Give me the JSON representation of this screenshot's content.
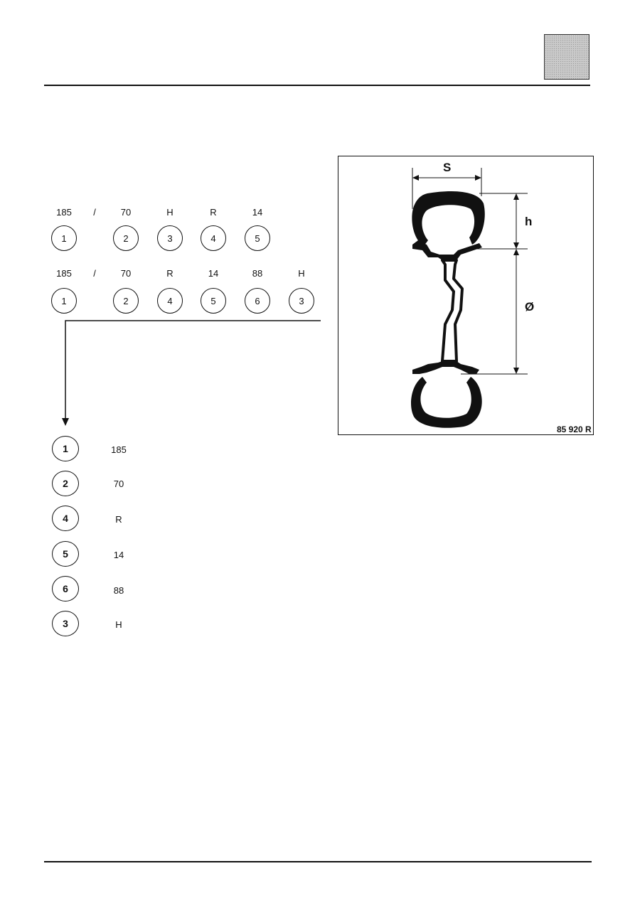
{
  "row1": {
    "labels": [
      "185",
      "/",
      "70",
      "H",
      "R",
      "14"
    ],
    "circles": [
      "1",
      "2",
      "3",
      "4",
      "5"
    ]
  },
  "row2": {
    "labels": [
      "185",
      "/",
      "70",
      "R",
      "14",
      "88",
      "H"
    ],
    "circles": [
      "1",
      "2",
      "4",
      "5",
      "6",
      "3"
    ]
  },
  "legend": [
    {
      "num": "1",
      "value": "185"
    },
    {
      "num": "2",
      "value": "70"
    },
    {
      "num": "4",
      "value": "R"
    },
    {
      "num": "5",
      "value": "14"
    },
    {
      "num": "6",
      "value": "88"
    },
    {
      "num": "3",
      "value": "H"
    }
  ],
  "figure": {
    "width_label": "S",
    "height_label": "h",
    "diameter_label": "Ø",
    "code": "85 920 R"
  }
}
